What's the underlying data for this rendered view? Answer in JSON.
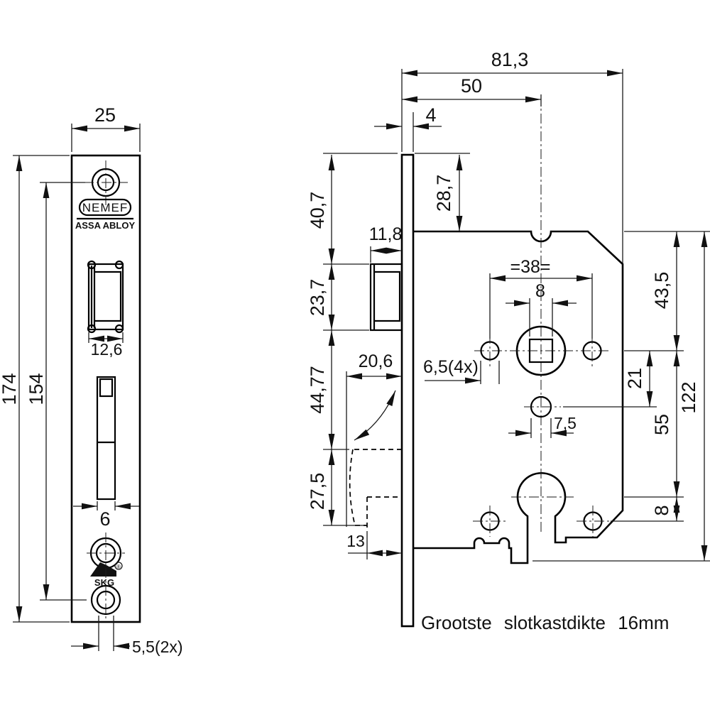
{
  "drawing": {
    "left_view": {
      "dim_width": "25",
      "dim_height": "174",
      "dim_hole_spacing": "154",
      "dim_latch_cutout": "12,6",
      "dim_bolt_slot": "6",
      "dim_screw_holes": "5,5(2x)",
      "brand": "NEMEF",
      "brand_sub": "ASSA ABLOY",
      "cert": "SKG",
      "cert_reg": "®"
    },
    "right_view": {
      "dim_total_width": "81,3",
      "dim_backset": "50",
      "dim_faceplate_thickness": "4",
      "dim_top_to_latch": "40,7",
      "dim_top_to_case": "28,7",
      "dim_latch_width": "11,8",
      "dim_latch_height": "23,7",
      "dim_latch_to_bolt": "44,77",
      "dim_bolt_throw": "20,6",
      "dim_bolt_height": "27,5",
      "dim_bolt_step": "13",
      "dim_fix_holes": "6,5(4x)",
      "dim_handle_holes": "=38=",
      "dim_spindle_square": "8",
      "dim_case_to_spindle": "43,5",
      "dim_spindle_to_hole": "21",
      "dim_small_hole": "7,5",
      "dim_centers": "55",
      "dim_cyl_to_screw": "8",
      "dim_case_height": "122"
    },
    "note": "Grootste slotkastdikte 16mm"
  }
}
